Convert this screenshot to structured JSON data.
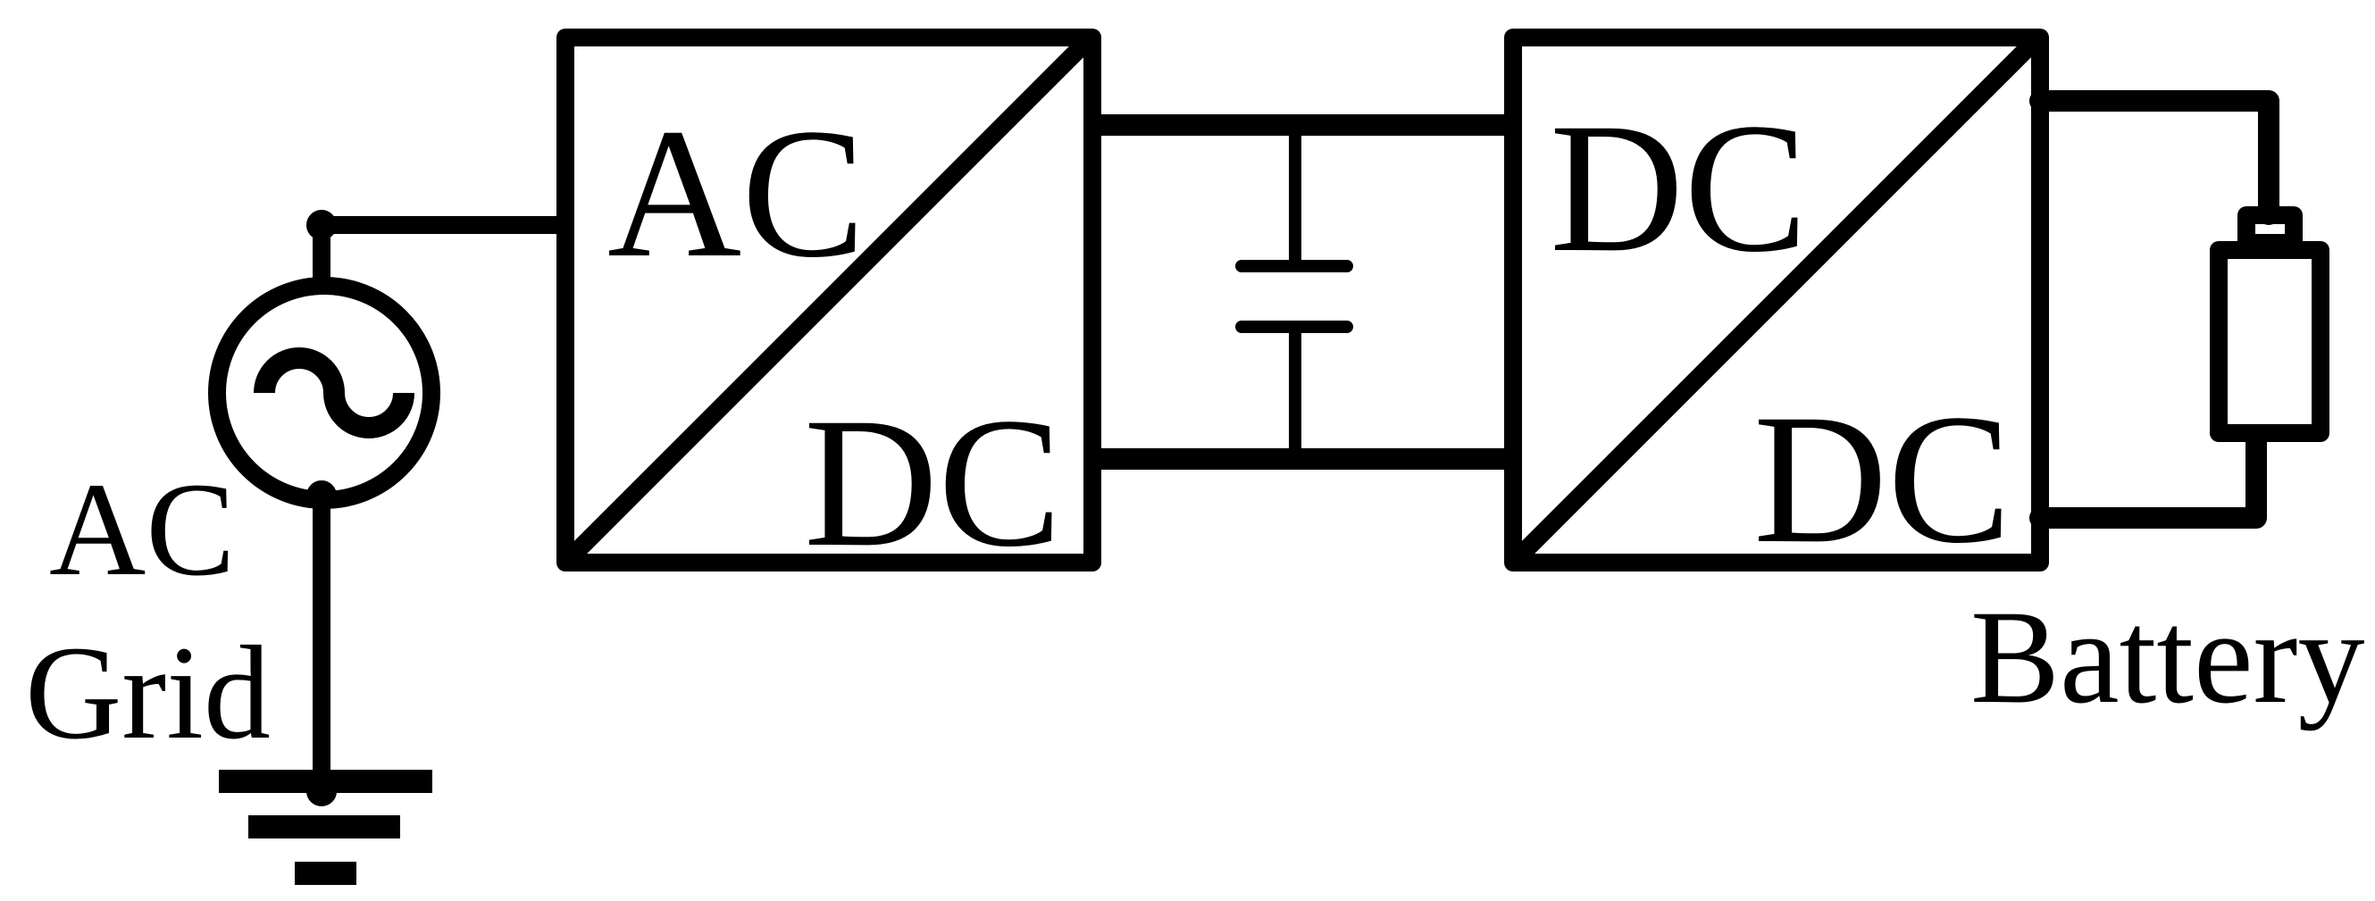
{
  "diagram": {
    "source": {
      "label_line1": "AC",
      "label_line2": "Grid"
    },
    "rectifier": {
      "input_label": "AC",
      "output_label": "DC"
    },
    "converter": {
      "input_label": "DC",
      "output_label": "DC"
    },
    "battery": {
      "label": "Battery"
    },
    "colors": {
      "stroke": "#000000",
      "background": "#ffffff"
    }
  }
}
